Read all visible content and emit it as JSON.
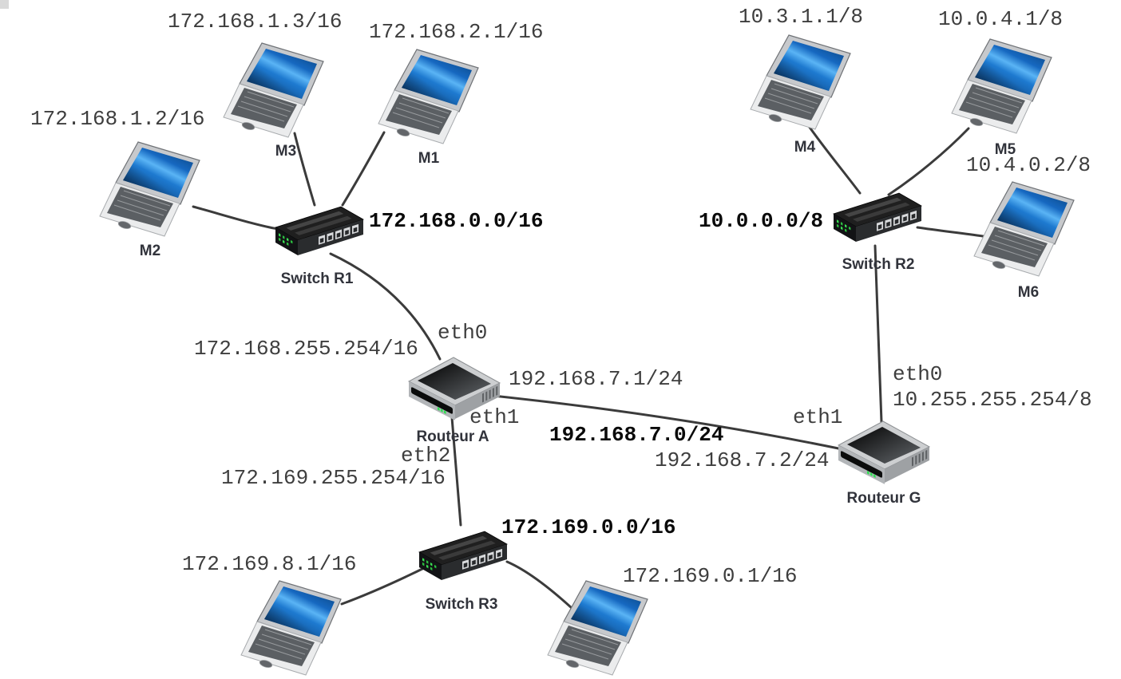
{
  "networks": {
    "lan_r1": "172.168.0.0/16",
    "lan_r2": "10.0.0.0/8",
    "lan_r3": "172.169.0.0/16",
    "link_ag": "192.168.7.0/24"
  },
  "hosts": {
    "m1": {
      "name": "M1",
      "ip": "172.168.2.1/16"
    },
    "m2": {
      "name": "M2",
      "ip": "172.168.1.2/16"
    },
    "m3": {
      "name": "M3",
      "ip": "172.168.1.3/16"
    },
    "m4": {
      "name": "M4",
      "ip": "10.3.1.1/8"
    },
    "m5": {
      "name": "M5",
      "ip": "10.0.4.1/8"
    },
    "m6": {
      "name": "M6",
      "ip": "10.4.0.2/8"
    },
    "h7": {
      "ip": "172.169.8.1/16"
    },
    "h8": {
      "ip": "172.169.0.1/16"
    }
  },
  "switches": {
    "r1": {
      "name": "Switch R1"
    },
    "r2": {
      "name": "Switch R2"
    },
    "r3": {
      "name": "Switch R3"
    }
  },
  "routers": {
    "a": {
      "name": "Routeur A",
      "eth0": {
        "label": "eth0",
        "ip": "172.168.255.254/16"
      },
      "eth1": {
        "label": "eth1",
        "ip": "192.168.7.1/24"
      },
      "eth2": {
        "label": "eth2",
        "ip": "172.169.255.254/16"
      }
    },
    "g": {
      "name": "Routeur G",
      "eth0": {
        "label": "eth0",
        "ip": "10.255.255.254/8"
      },
      "eth1": {
        "label": "eth1",
        "ip": "192.168.7.2/24"
      }
    }
  },
  "colors": {
    "link_line": "#3b3b3b",
    "ip_text": "#3e3e3e",
    "network_text": "#0a0a0a",
    "device_text": "#31333b",
    "laptop_screen_blue": "#1e7ad0",
    "led_green": "#3ae052"
  }
}
